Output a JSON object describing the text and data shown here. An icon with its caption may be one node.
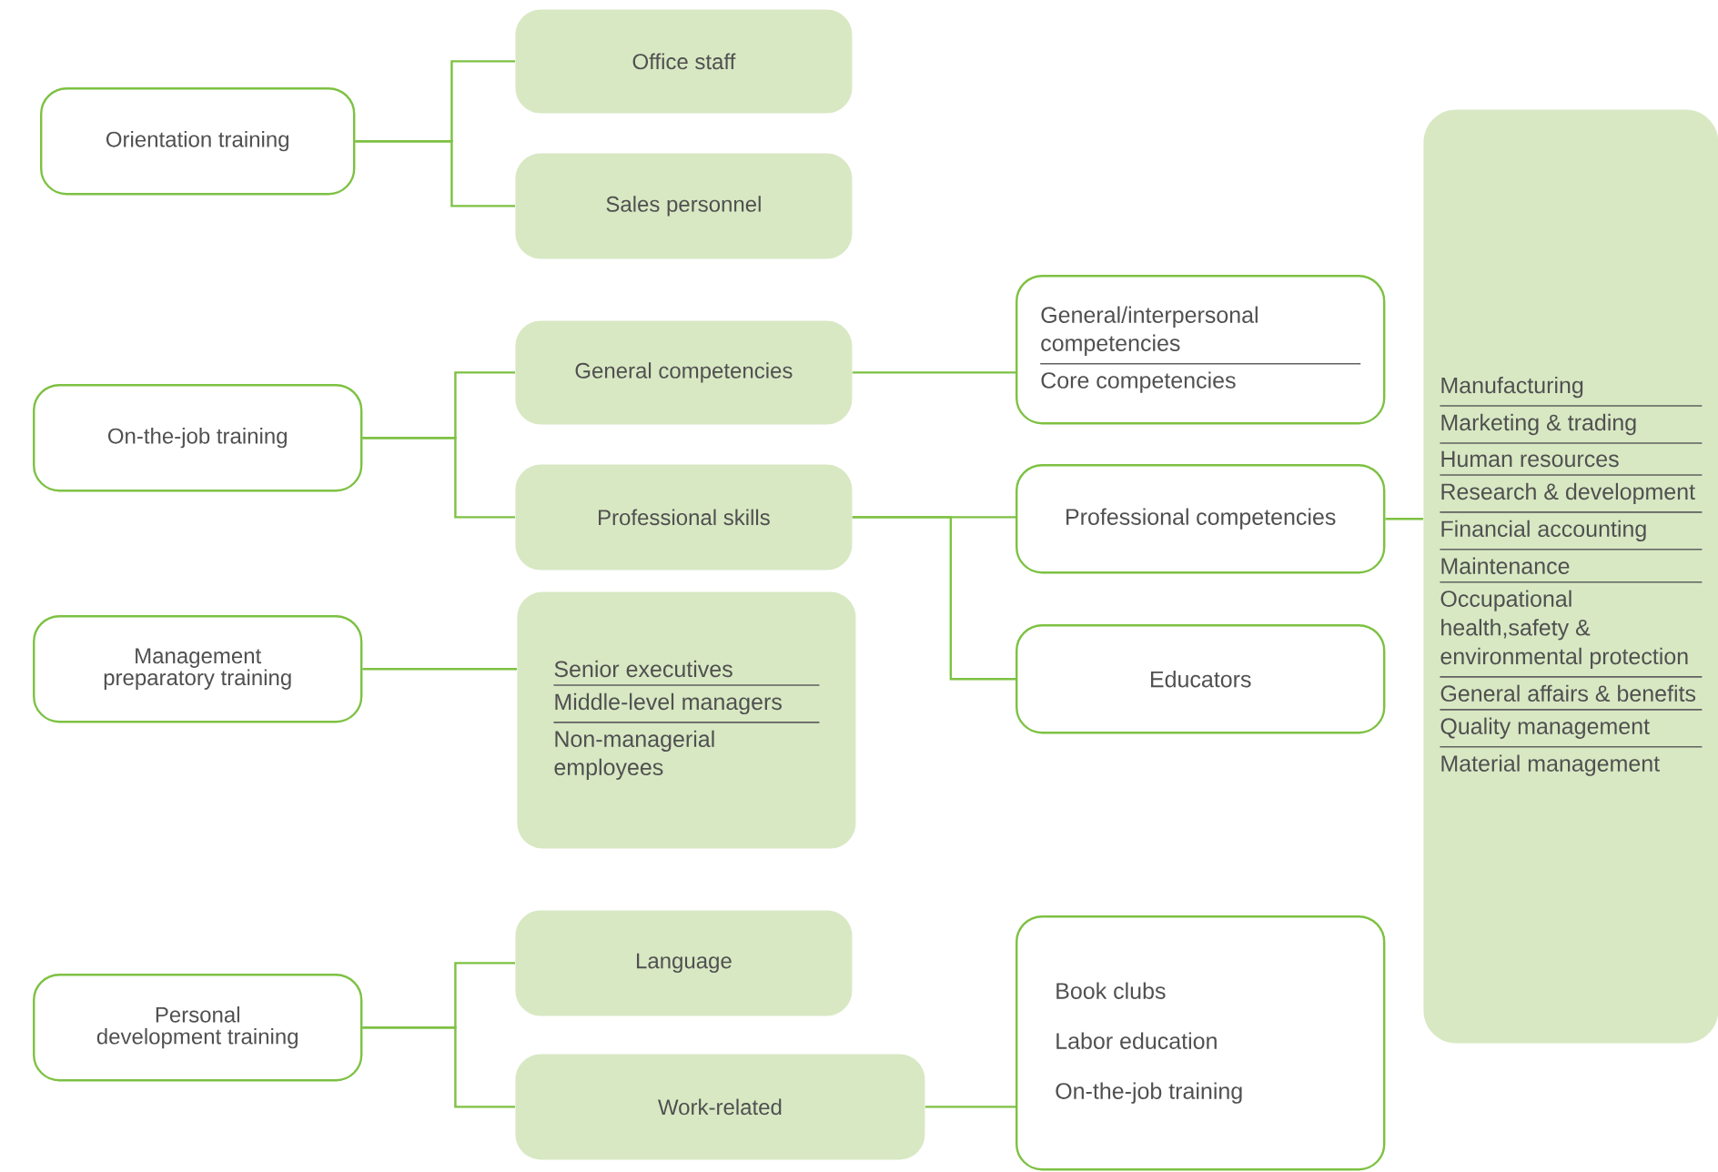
{
  "diagram": {
    "nodes": [
      {
        "text": [
          "Orientation training"
        ]
      },
      {
        "text": [
          "Office staff"
        ]
      },
      {
        "text": [
          "Sales personnel"
        ]
      },
      {
        "text": [
          "On-the-job training"
        ]
      },
      {
        "text": [
          "General competencies"
        ]
      },
      {
        "text": [
          "Professional skills"
        ]
      },
      {
        "text": [
          "General/interpersonal competencies",
          "Core competencies"
        ]
      },
      {
        "text": [
          "Professional competencies"
        ]
      },
      {
        "text": [
          "Educators"
        ]
      },
      {
        "text": [
          "Management preparatory training"
        ]
      },
      {
        "text": [
          "Senior executives",
          "Middle-level managers",
          "Non-managerial employees"
        ]
      },
      {
        "text": [
          "Manufacturing",
          "Marketing & trading",
          "Human resources",
          "Research & development",
          "Financial accounting",
          "Maintenance",
          "Occupational health,safety & environmental protection",
          "General affairs & benefits",
          "Quality management",
          "Material management"
        ]
      },
      {
        "text": [
          "Personal development training"
        ]
      },
      {
        "text": [
          "Language"
        ]
      },
      {
        "text": [
          "Work-related"
        ]
      },
      {
        "text": [
          "Book clubs",
          "Labor education",
          "On-the-job training"
        ]
      }
    ],
    "edges": [
      {
        "from": 0,
        "to": 1,
        "arrow": "none"
      },
      {
        "from": 0,
        "to": 2,
        "arrow": "none"
      },
      {
        "from": 3,
        "to": 4,
        "arrow": "none"
      },
      {
        "from": 3,
        "to": 5,
        "arrow": "none"
      },
      {
        "from": 4,
        "to": 6,
        "arrow": "none"
      },
      {
        "from": 5,
        "to": 7,
        "arrow": "none"
      },
      {
        "from": 5,
        "to": 8,
        "arrow": "none"
      },
      {
        "from": 7,
        "to": 11,
        "arrow": "none"
      },
      {
        "from": 9,
        "to": 10,
        "arrow": "none"
      },
      {
        "from": 12,
        "to": 13,
        "arrow": "none"
      },
      {
        "from": 12,
        "to": 14,
        "arrow": "none"
      },
      {
        "from": 14,
        "to": 15,
        "arrow": "none"
      }
    ]
  }
}
